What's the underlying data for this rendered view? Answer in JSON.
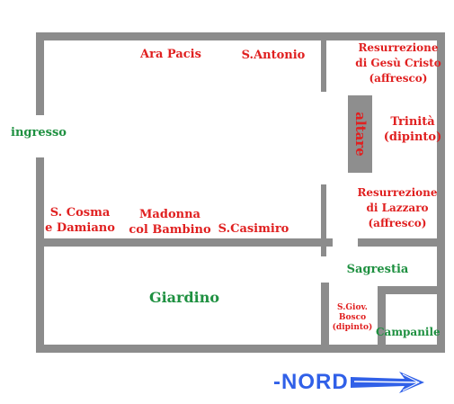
{
  "colors": {
    "wall": "#8c8c8c",
    "red": "#e02020",
    "green": "#1e9040",
    "altar": "#8e8e8e",
    "blue": "#3060e8"
  },
  "labels": {
    "ara_pacis": "Ara Pacis",
    "s_antonio": "S.Antonio",
    "resurrezione_gesu": "Resurrezione\ndi Gesù Cristo\n(affresco)",
    "ingresso": "ingresso",
    "altare": "altare",
    "trinita": "Trinità\n(dipinto)",
    "resurrezione_lazzaro": "Resurrezione\ndi Lazzaro\n(affresco)",
    "s_cosma": "S. Cosma\ne Damiano",
    "madonna": "Madonna\ncol Bambino",
    "s_casimiro": "S.Casimiro",
    "sagrestia": "Sagrestia",
    "giardino": "Giardino",
    "s_giov_bosco": "S.Giov.\nBosco\n(dipinto)",
    "campanile": "Campanile",
    "nord": "-NORD"
  },
  "icons": {
    "north_arrow": "arrow-right-icon"
  }
}
